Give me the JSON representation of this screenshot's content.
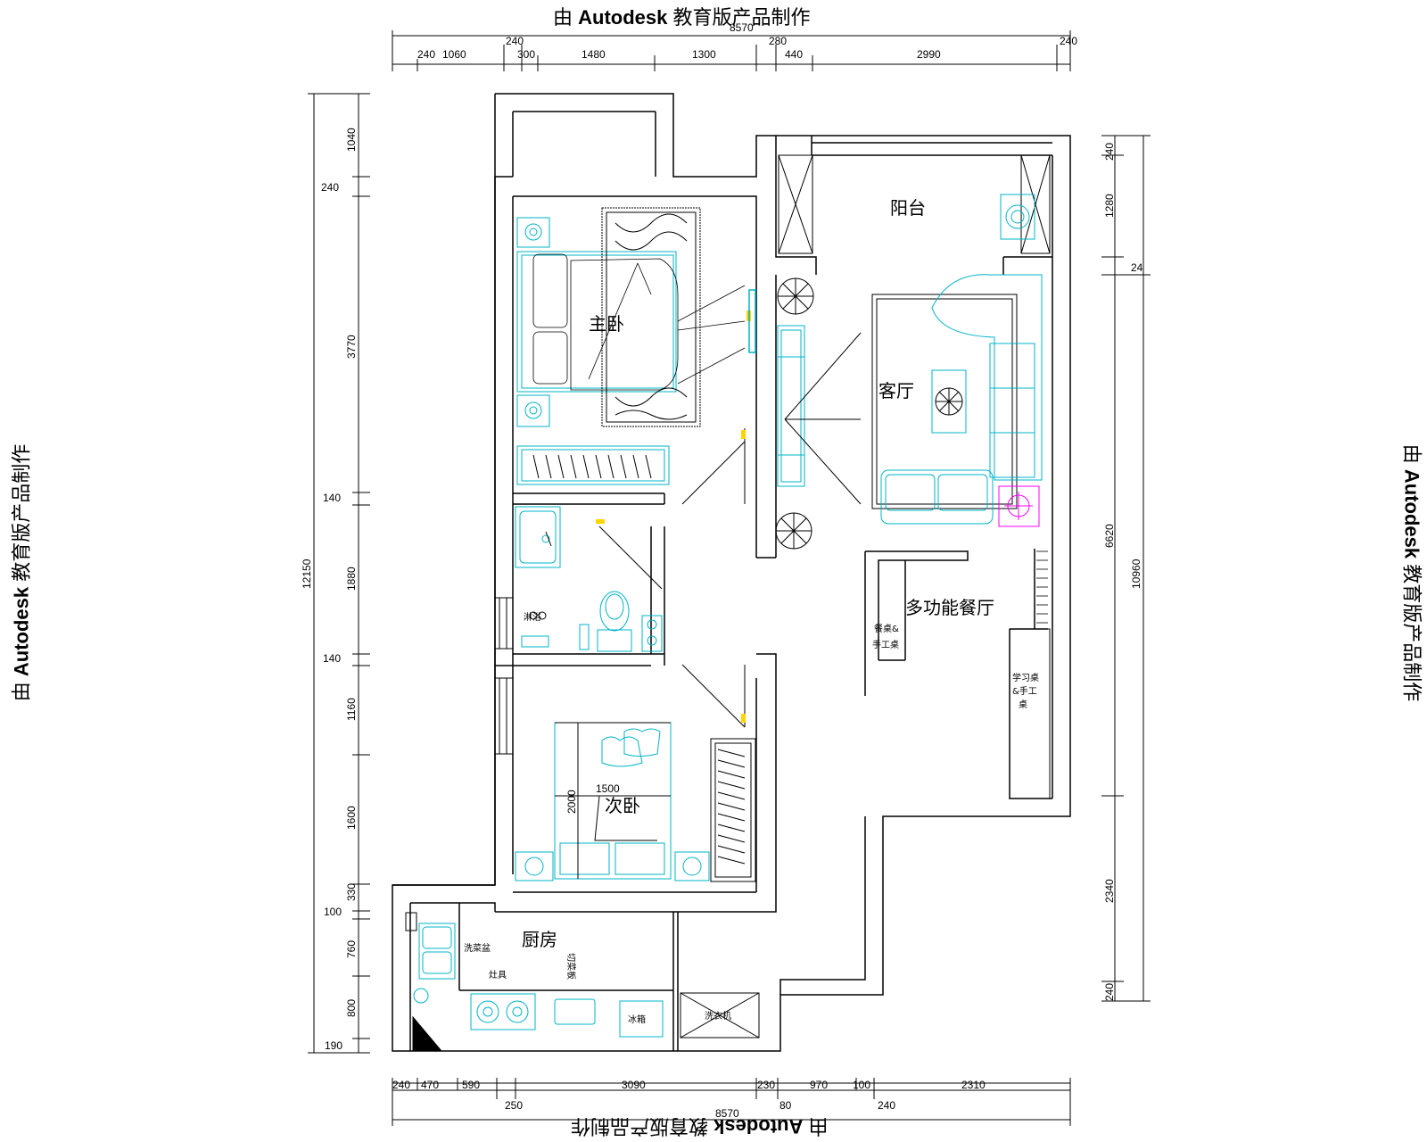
{
  "watermark": {
    "prefix": "由",
    "brand": "Autodesk",
    "suffix": "教育版产品制作"
  },
  "rooms": {
    "master_bedroom": "主卧",
    "second_bedroom": "次卧",
    "balcony": "阳台",
    "living_room": "客厅",
    "dining": "多功能餐厅",
    "kitchen": "厨房"
  },
  "furniture": {
    "dining_table": "餐桌&",
    "craft_table": "手工桌",
    "study_table_1": "学习桌",
    "study_table_2": "&手工",
    "study_table_3": "桌",
    "shower": "淋浴",
    "sink": "洗菜盆",
    "stove": "灶具",
    "counter": "切菜板",
    "fridge": "冰箱",
    "washer": "洗衣机",
    "bed_width": "1500",
    "bed_length": "2000"
  },
  "dimensions": {
    "top_total": "8570",
    "top_row": [
      "240",
      "1060",
      "300",
      "1480",
      "1300",
      "440",
      "2990"
    ],
    "top_upper": [
      "240",
      "280",
      "240"
    ],
    "bottom_row": [
      "240",
      "470",
      "590",
      "3090",
      "230",
      "970",
      "100",
      "2310"
    ],
    "bottom_lower": [
      "250",
      "80",
      "240"
    ],
    "bottom_total": "8570",
    "left_outer": "12150",
    "left_col": [
      "1040",
      "240",
      "3770",
      "140",
      "1880",
      "140",
      "1160",
      "1600",
      "330",
      "100",
      "760",
      "800",
      "190"
    ],
    "right_outer": "10960",
    "right_col": [
      "240",
      "1280",
      "24",
      "6620",
      "2340",
      "240"
    ]
  },
  "colors": {
    "wall": "#000000",
    "furniture": "#00b4c8",
    "accent": "#ff00ff",
    "door": "#ffd400"
  }
}
